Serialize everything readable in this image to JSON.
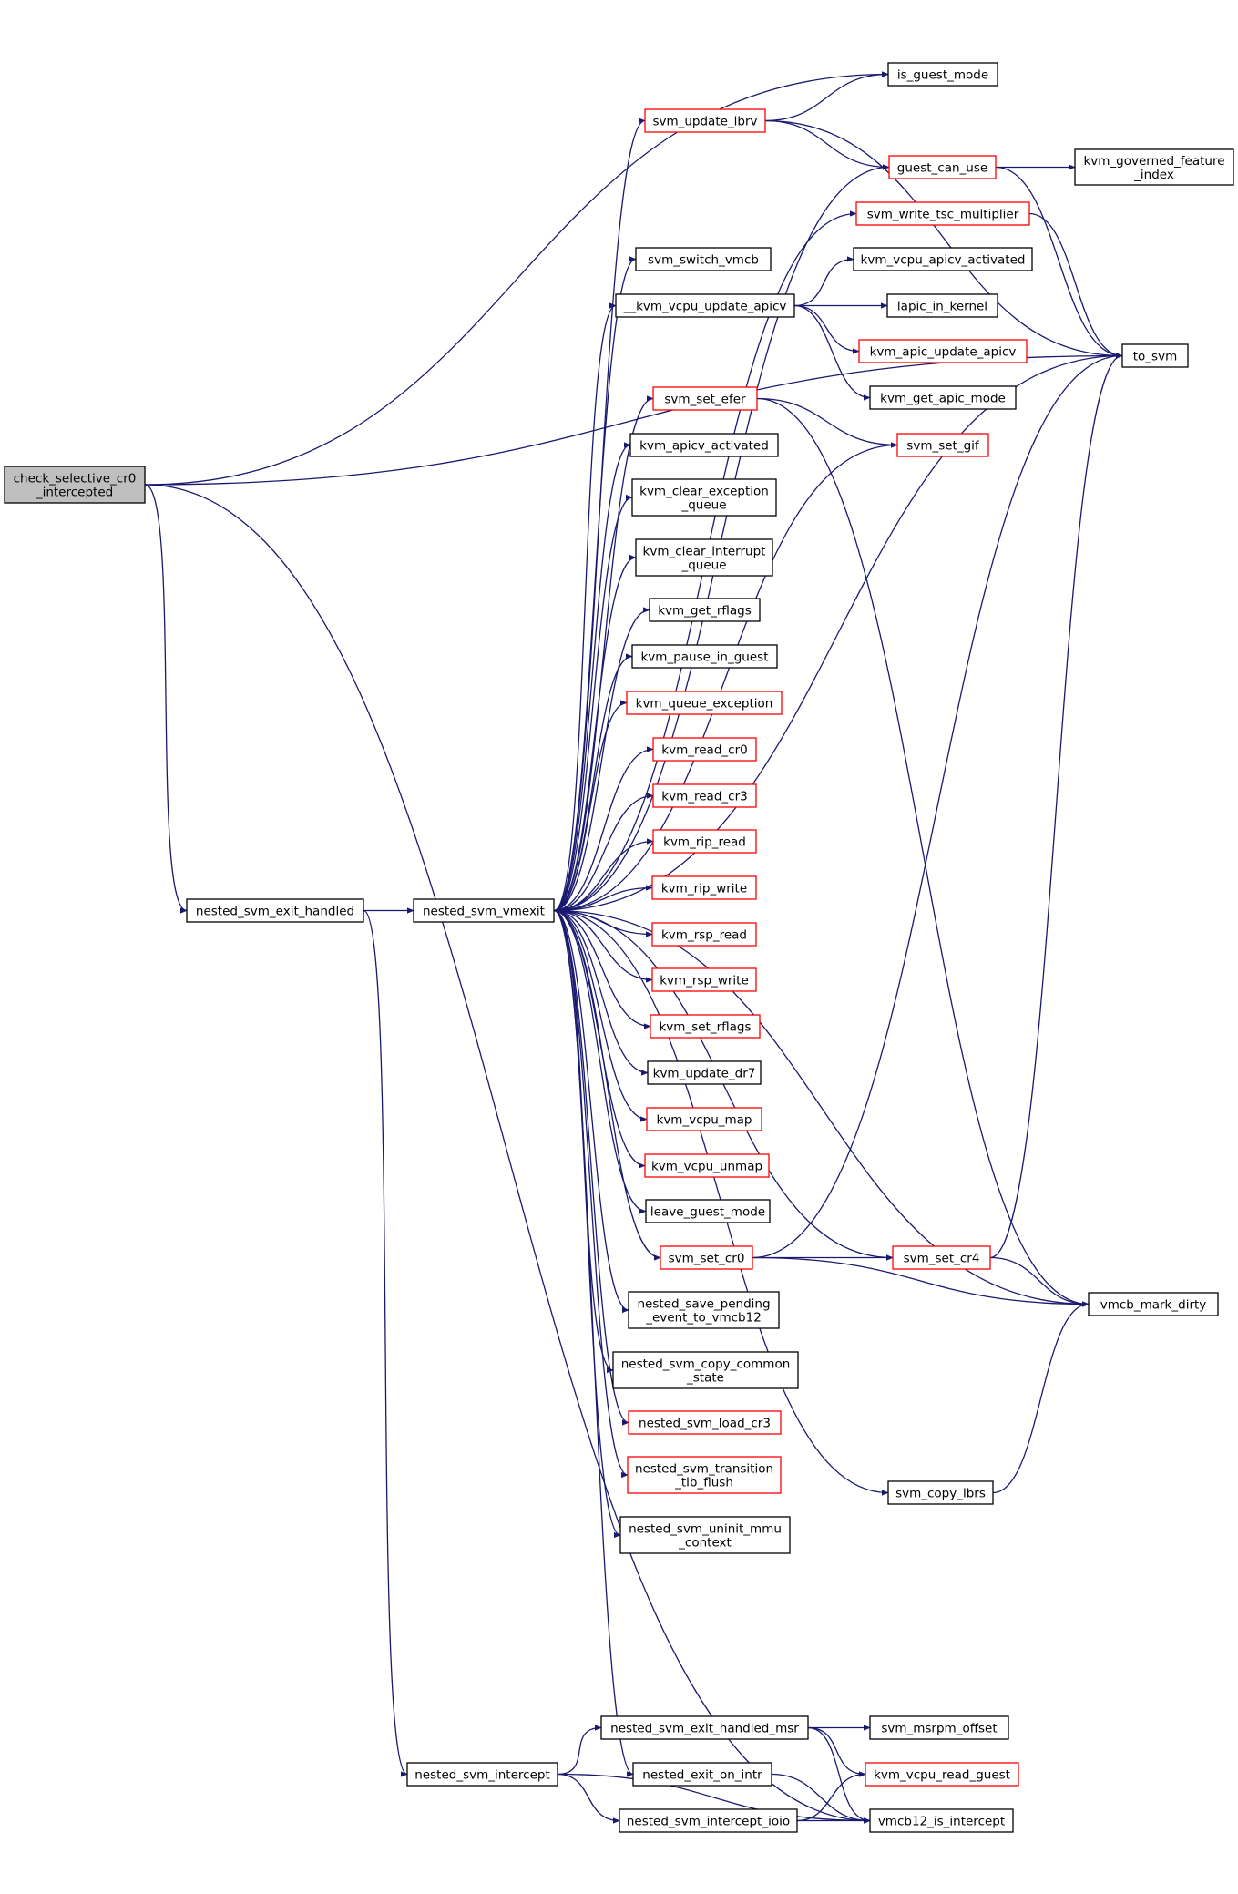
{
  "colors": {
    "edge": "#191970",
    "node_border_black": "#000000",
    "node_border_red": "#ff0000",
    "root_fill": "#bfbfbf",
    "node_fill": "#ffffff"
  },
  "nodes": [
    {
      "id": "check_selective",
      "lines": [
        "check_selective_cr0",
        "_intercepted"
      ],
      "border": "black",
      "root": true
    },
    {
      "id": "is_guest_mode",
      "lines": [
        "is_guest_mode"
      ],
      "border": "black"
    },
    {
      "id": "svm_update_lbrv",
      "lines": [
        "svm_update_lbrv"
      ],
      "border": "red"
    },
    {
      "id": "guest_can_use",
      "lines": [
        "guest_can_use"
      ],
      "border": "red"
    },
    {
      "id": "kvm_governed",
      "lines": [
        "kvm_governed_feature",
        "_index"
      ],
      "border": "black"
    },
    {
      "id": "svm_write_tsc",
      "lines": [
        "svm_write_tsc_multiplier"
      ],
      "border": "red"
    },
    {
      "id": "svm_switch_vmcb",
      "lines": [
        "svm_switch_vmcb"
      ],
      "border": "black"
    },
    {
      "id": "kvm_vcpu_apicv_activated",
      "lines": [
        "kvm_vcpu_apicv_activated"
      ],
      "border": "black"
    },
    {
      "id": "__kvm_vcpu_update_apicv",
      "lines": [
        "__kvm_vcpu_update_apicv"
      ],
      "border": "black"
    },
    {
      "id": "lapic_in_kernel",
      "lines": [
        "lapic_in_kernel"
      ],
      "border": "black"
    },
    {
      "id": "kvm_apic_update_apicv",
      "lines": [
        "kvm_apic_update_apicv"
      ],
      "border": "red"
    },
    {
      "id": "to_svm",
      "lines": [
        "to_svm"
      ],
      "border": "black"
    },
    {
      "id": "kvm_get_apic_mode",
      "lines": [
        "kvm_get_apic_mode"
      ],
      "border": "black"
    },
    {
      "id": "svm_set_efer",
      "lines": [
        "svm_set_efer"
      ],
      "border": "red"
    },
    {
      "id": "svm_set_gif",
      "lines": [
        "svm_set_gif"
      ],
      "border": "red"
    },
    {
      "id": "kvm_apicv_activated",
      "lines": [
        "kvm_apicv_activated"
      ],
      "border": "black"
    },
    {
      "id": "kvm_clear_exception_queue",
      "lines": [
        "kvm_clear_exception",
        "_queue"
      ],
      "border": "black"
    },
    {
      "id": "kvm_clear_interrupt_queue",
      "lines": [
        "kvm_clear_interrupt",
        "_queue"
      ],
      "border": "black"
    },
    {
      "id": "kvm_get_rflags",
      "lines": [
        "kvm_get_rflags"
      ],
      "border": "black"
    },
    {
      "id": "kvm_pause_in_guest",
      "lines": [
        "kvm_pause_in_guest"
      ],
      "border": "black"
    },
    {
      "id": "kvm_queue_exception",
      "lines": [
        "kvm_queue_exception"
      ],
      "border": "red"
    },
    {
      "id": "kvm_read_cr0",
      "lines": [
        "kvm_read_cr0"
      ],
      "border": "red"
    },
    {
      "id": "kvm_read_cr3",
      "lines": [
        "kvm_read_cr3"
      ],
      "border": "red"
    },
    {
      "id": "kvm_rip_read",
      "lines": [
        "kvm_rip_read"
      ],
      "border": "red"
    },
    {
      "id": "kvm_rip_write",
      "lines": [
        "kvm_rip_write"
      ],
      "border": "red"
    },
    {
      "id": "nested_svm_exit_handled",
      "lines": [
        "nested_svm_exit_handled"
      ],
      "border": "black"
    },
    {
      "id": "nested_svm_vmexit",
      "lines": [
        "nested_svm_vmexit"
      ],
      "border": "black"
    },
    {
      "id": "kvm_rsp_read",
      "lines": [
        "kvm_rsp_read"
      ],
      "border": "red"
    },
    {
      "id": "kvm_rsp_write",
      "lines": [
        "kvm_rsp_write"
      ],
      "border": "red"
    },
    {
      "id": "kvm_set_rflags",
      "lines": [
        "kvm_set_rflags"
      ],
      "border": "red"
    },
    {
      "id": "kvm_update_dr7",
      "lines": [
        "kvm_update_dr7"
      ],
      "border": "black"
    },
    {
      "id": "kvm_vcpu_map",
      "lines": [
        "kvm_vcpu_map"
      ],
      "border": "red"
    },
    {
      "id": "kvm_vcpu_unmap",
      "lines": [
        "kvm_vcpu_unmap"
      ],
      "border": "red"
    },
    {
      "id": "leave_guest_mode",
      "lines": [
        "leave_guest_mode"
      ],
      "border": "black"
    },
    {
      "id": "svm_set_cr0",
      "lines": [
        "svm_set_cr0"
      ],
      "border": "red"
    },
    {
      "id": "svm_set_cr4",
      "lines": [
        "svm_set_cr4"
      ],
      "border": "red"
    },
    {
      "id": "vmcb_mark_dirty",
      "lines": [
        "vmcb_mark_dirty"
      ],
      "border": "black"
    },
    {
      "id": "nested_save_pending",
      "lines": [
        "nested_save_pending",
        "_event_to_vmcb12"
      ],
      "border": "black"
    },
    {
      "id": "nested_svm_copy_common",
      "lines": [
        "nested_svm_copy_common",
        "_state"
      ],
      "border": "black"
    },
    {
      "id": "nested_svm_load_cr3",
      "lines": [
        "nested_svm_load_cr3"
      ],
      "border": "red"
    },
    {
      "id": "nested_svm_transition",
      "lines": [
        "nested_svm_transition",
        "_tlb_flush"
      ],
      "border": "red"
    },
    {
      "id": "svm_copy_lbrs",
      "lines": [
        "svm_copy_lbrs"
      ],
      "border": "black"
    },
    {
      "id": "nested_svm_uninit_mmu",
      "lines": [
        "nested_svm_uninit_mmu",
        "_context"
      ],
      "border": "black"
    },
    {
      "id": "nested_svm_exit_handled_msr",
      "lines": [
        "nested_svm_exit_handled_msr"
      ],
      "border": "black"
    },
    {
      "id": "svm_msrpm_offset",
      "lines": [
        "svm_msrpm_offset"
      ],
      "border": "black"
    },
    {
      "id": "nested_svm_intercept",
      "lines": [
        "nested_svm_intercept"
      ],
      "border": "black"
    },
    {
      "id": "nested_exit_on_intr",
      "lines": [
        "nested_exit_on_intr"
      ],
      "border": "black"
    },
    {
      "id": "kvm_vcpu_read_guest",
      "lines": [
        "kvm_vcpu_read_guest"
      ],
      "border": "red"
    },
    {
      "id": "nested_svm_intercept_ioio",
      "lines": [
        "nested_svm_intercept_ioio"
      ],
      "border": "black"
    },
    {
      "id": "vmcb12_is_intercept",
      "lines": [
        "vmcb12_is_intercept"
      ],
      "border": "black"
    }
  ],
  "edges": [
    [
      "check_selective",
      "to_svm"
    ],
    [
      "check_selective",
      "is_guest_mode"
    ],
    [
      "check_selective",
      "nested_svm_exit_handled"
    ],
    [
      "check_selective",
      "vmcb12_is_intercept"
    ],
    [
      "nested_svm_exit_handled",
      "nested_svm_vmexit"
    ],
    [
      "nested_svm_exit_handled",
      "nested_svm_intercept"
    ],
    [
      "nested_svm_vmexit",
      "svm_update_lbrv"
    ],
    [
      "nested_svm_vmexit",
      "guest_can_use"
    ],
    [
      "nested_svm_vmexit",
      "svm_write_tsc"
    ],
    [
      "nested_svm_vmexit",
      "svm_switch_vmcb"
    ],
    [
      "nested_svm_vmexit",
      "__kvm_vcpu_update_apicv"
    ],
    [
      "nested_svm_vmexit",
      "svm_set_gif"
    ],
    [
      "nested_svm_vmexit",
      "svm_set_efer"
    ],
    [
      "nested_svm_vmexit",
      "to_svm"
    ],
    [
      "nested_svm_vmexit",
      "kvm_apicv_activated"
    ],
    [
      "nested_svm_vmexit",
      "kvm_clear_exception_queue"
    ],
    [
      "nested_svm_vmexit",
      "kvm_clear_interrupt_queue"
    ],
    [
      "nested_svm_vmexit",
      "kvm_get_rflags"
    ],
    [
      "nested_svm_vmexit",
      "kvm_pause_in_guest"
    ],
    [
      "nested_svm_vmexit",
      "kvm_queue_exception"
    ],
    [
      "nested_svm_vmexit",
      "kvm_read_cr0"
    ],
    [
      "nested_svm_vmexit",
      "kvm_read_cr3"
    ],
    [
      "nested_svm_vmexit",
      "kvm_rip_read"
    ],
    [
      "nested_svm_vmexit",
      "kvm_rip_write"
    ],
    [
      "nested_svm_vmexit",
      "kvm_rsp_read"
    ],
    [
      "nested_svm_vmexit",
      "kvm_rsp_write"
    ],
    [
      "nested_svm_vmexit",
      "kvm_set_rflags"
    ],
    [
      "nested_svm_vmexit",
      "kvm_update_dr7"
    ],
    [
      "nested_svm_vmexit",
      "kvm_vcpu_map"
    ],
    [
      "nested_svm_vmexit",
      "kvm_vcpu_unmap"
    ],
    [
      "nested_svm_vmexit",
      "leave_guest_mode"
    ],
    [
      "nested_svm_vmexit",
      "svm_set_cr0"
    ],
    [
      "nested_svm_vmexit",
      "nested_save_pending"
    ],
    [
      "nested_svm_vmexit",
      "nested_svm_copy_common"
    ],
    [
      "nested_svm_vmexit",
      "nested_svm_load_cr3"
    ],
    [
      "nested_svm_vmexit",
      "nested_svm_transition"
    ],
    [
      "nested_svm_vmexit",
      "nested_svm_uninit_mmu"
    ],
    [
      "nested_svm_vmexit",
      "svm_set_cr4"
    ],
    [
      "nested_svm_vmexit",
      "svm_copy_lbrs"
    ],
    [
      "nested_svm_vmexit",
      "vmcb_mark_dirty"
    ],
    [
      "nested_svm_vmexit",
      "nested_exit_on_intr"
    ],
    [
      "svm_update_lbrv",
      "is_guest_mode"
    ],
    [
      "svm_update_lbrv",
      "guest_can_use"
    ],
    [
      "svm_update_lbrv",
      "to_svm"
    ],
    [
      "guest_can_use",
      "kvm_governed"
    ],
    [
      "guest_can_use",
      "to_svm"
    ],
    [
      "svm_write_tsc",
      "to_svm"
    ],
    [
      "__kvm_vcpu_update_apicv",
      "kvm_vcpu_apicv_activated"
    ],
    [
      "__kvm_vcpu_update_apicv",
      "lapic_in_kernel"
    ],
    [
      "__kvm_vcpu_update_apicv",
      "kvm_apic_update_apicv"
    ],
    [
      "__kvm_vcpu_update_apicv",
      "kvm_get_apic_mode"
    ],
    [
      "svm_set_efer",
      "svm_set_gif"
    ],
    [
      "svm_set_efer",
      "vmcb_mark_dirty"
    ],
    [
      "svm_set_cr0",
      "to_svm"
    ],
    [
      "svm_set_cr0",
      "svm_set_cr4"
    ],
    [
      "svm_set_cr0",
      "vmcb_mark_dirty"
    ],
    [
      "svm_set_cr4",
      "to_svm"
    ],
    [
      "svm_set_cr4",
      "vmcb_mark_dirty"
    ],
    [
      "svm_copy_lbrs",
      "vmcb_mark_dirty"
    ],
    [
      "nested_svm_intercept",
      "nested_svm_exit_handled_msr"
    ],
    [
      "nested_svm_intercept",
      "nested_svm_intercept_ioio"
    ],
    [
      "nested_svm_intercept",
      "vmcb12_is_intercept"
    ],
    [
      "nested_svm_exit_handled_msr",
      "svm_msrpm_offset"
    ],
    [
      "nested_svm_exit_handled_msr",
      "kvm_vcpu_read_guest"
    ],
    [
      "nested_svm_exit_handled_msr",
      "vmcb12_is_intercept"
    ],
    [
      "nested_exit_on_intr",
      "vmcb12_is_intercept"
    ],
    [
      "nested_svm_intercept_ioio",
      "kvm_vcpu_read_guest"
    ],
    [
      "nested_svm_intercept_ioio",
      "vmcb12_is_intercept"
    ]
  ]
}
